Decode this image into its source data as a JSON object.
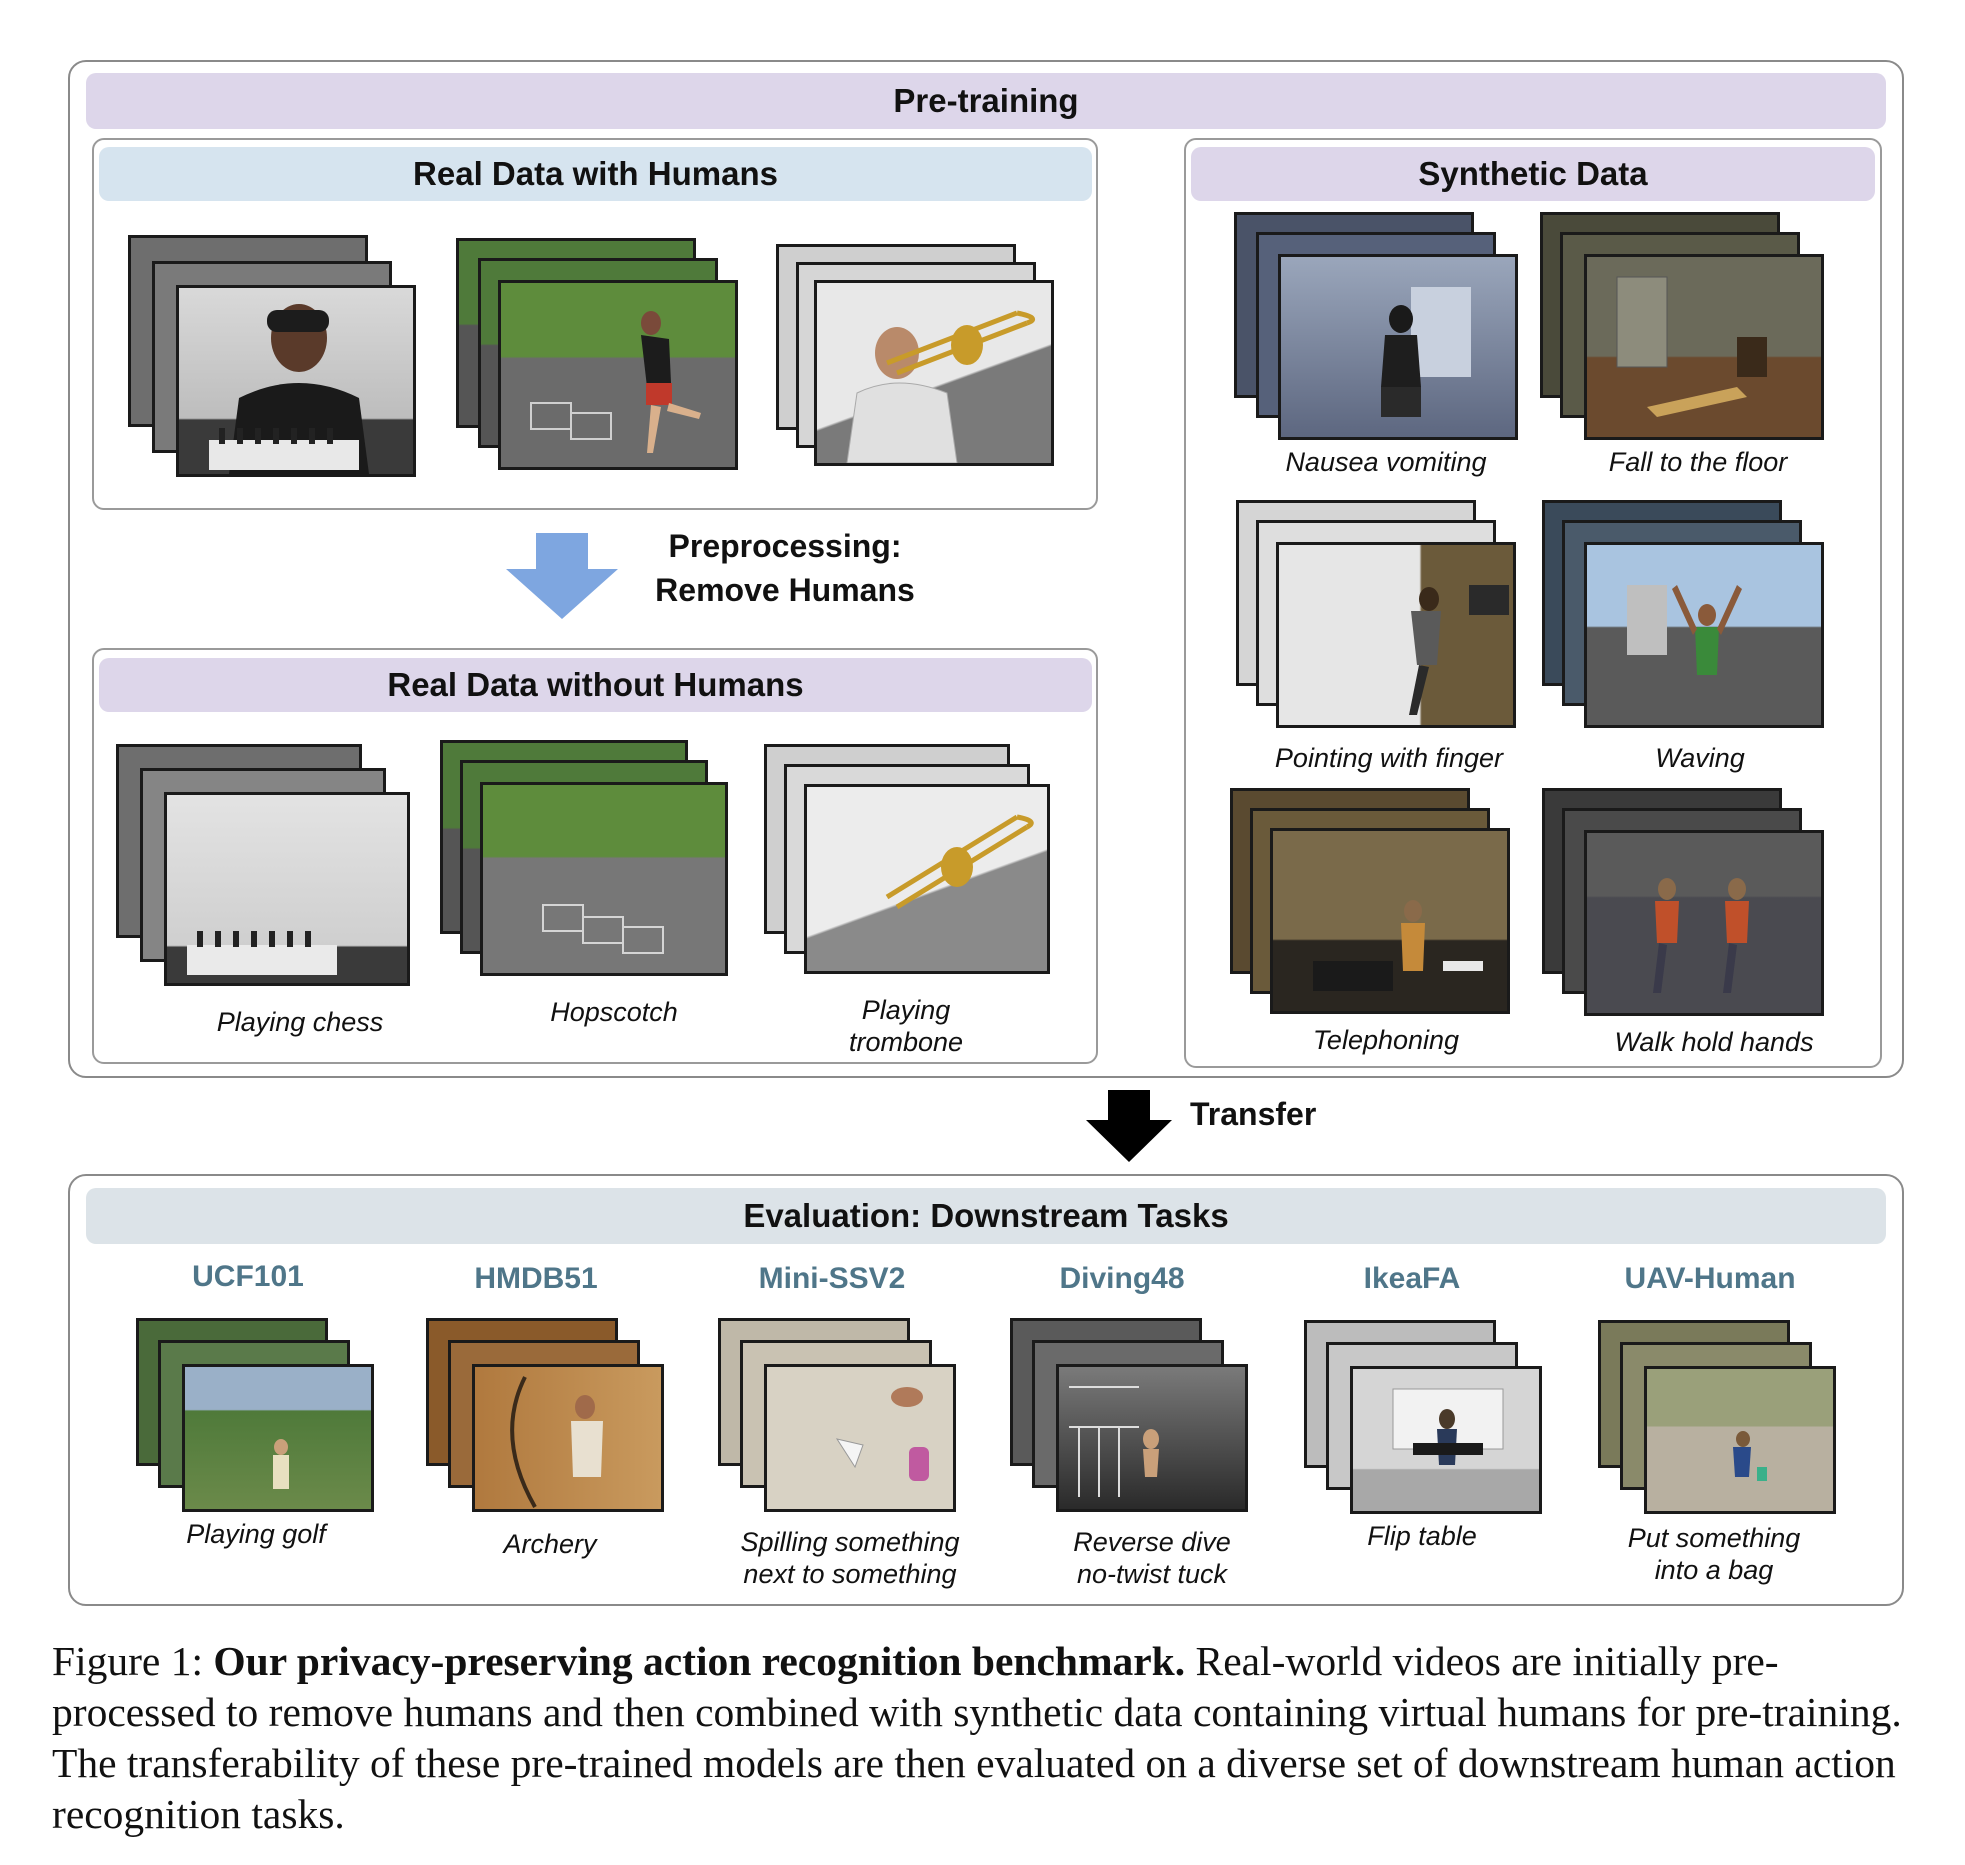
{
  "pretraining": {
    "title": "Pre-training",
    "real_with_humans": {
      "title": "Real Data with Humans",
      "thumbs": [
        {
          "scene": "chess player at table"
        },
        {
          "scene": "outdoor hopscotch"
        },
        {
          "scene": "trombone player indoors"
        }
      ]
    },
    "preprocessing": {
      "line1": "Preprocessing:",
      "line2": "Remove Humans"
    },
    "real_without_humans": {
      "title": "Real Data without Humans",
      "items": [
        {
          "caption1": "Playing chess",
          "caption2": ""
        },
        {
          "caption1": "Hopscotch",
          "caption2": ""
        },
        {
          "caption1": "Playing",
          "caption2": "trombone"
        }
      ]
    },
    "synthetic": {
      "title": "Synthetic Data",
      "items": [
        {
          "caption": "Nausea vomiting"
        },
        {
          "caption": "Fall to the floor"
        },
        {
          "caption": "Pointing with finger"
        },
        {
          "caption": "Waving"
        },
        {
          "caption": "Telephoning"
        },
        {
          "caption": "Walk hold hands"
        }
      ]
    }
  },
  "transfer": {
    "label": "Transfer"
  },
  "evaluation": {
    "title": "Evaluation: Downstream Tasks",
    "datasets": [
      {
        "name": "UCF101",
        "caption1": "Playing golf",
        "caption2": ""
      },
      {
        "name": "HMDB51",
        "caption1": "Archery",
        "caption2": ""
      },
      {
        "name": "Mini-SSV2",
        "caption1": "Spilling something",
        "caption2": "next to something"
      },
      {
        "name": "Diving48",
        "caption1": "Reverse dive",
        "caption2": "no-twist tuck"
      },
      {
        "name": "IkeaFA",
        "caption1": "Flip table",
        "caption2": ""
      },
      {
        "name": "UAV-Human",
        "caption1": "Put something",
        "caption2": "into a bag"
      }
    ]
  },
  "figure_caption": {
    "label": "Figure 1:",
    "bold": "Our privacy-preserving action recognition benchmark.",
    "text": "Real-world videos are initially pre-processed to remove humans and then combined with synthetic data containing virtual humans for pre-training. The transferability of these pre-trained models are then evaluated on a diverse set of downstream human action recognition tasks."
  }
}
